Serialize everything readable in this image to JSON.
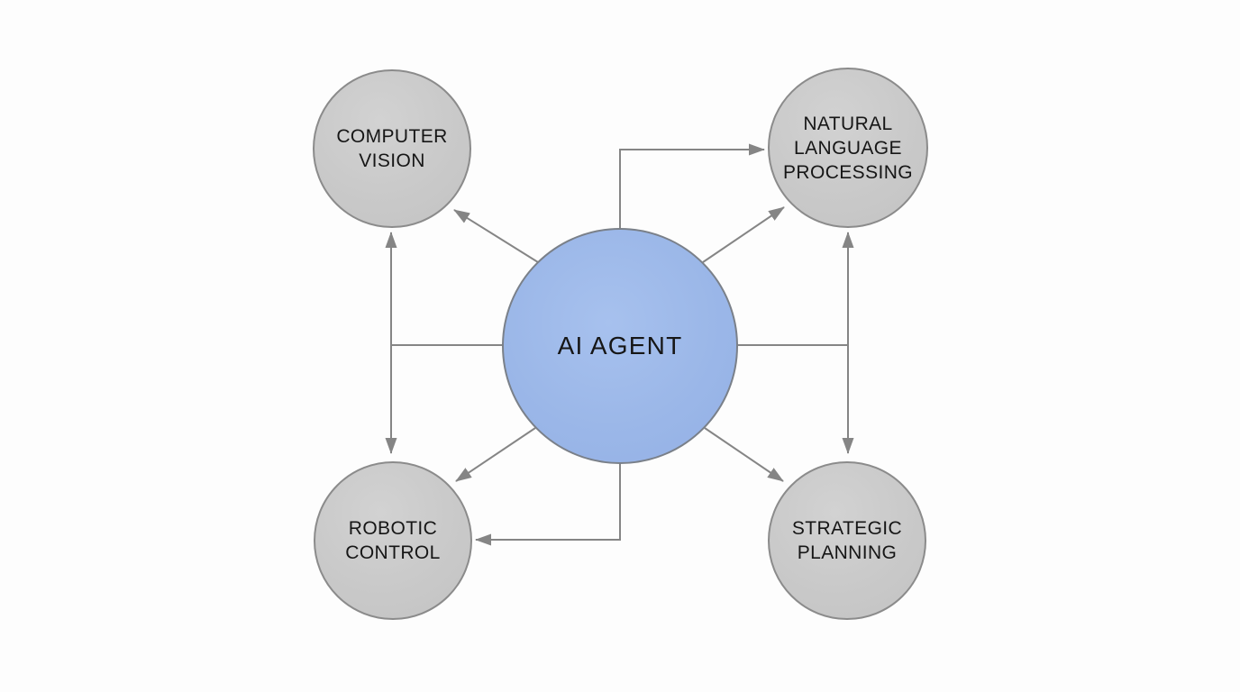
{
  "nodes": {
    "ai_agent": {
      "label": "AI AGENT"
    },
    "computer_vision": {
      "label": "COMPUTER\nVISION"
    },
    "nlp": {
      "label": "NATURAL\nLANGUAGE\nPROCESSING"
    },
    "robotic_control": {
      "label": "ROBOTIC\nCONTROL"
    },
    "strategic_planning": {
      "label": "STRATEGIC\nPLANNING"
    }
  },
  "edges": [
    {
      "from": "ai_agent",
      "to": "computer_vision",
      "style": "diagonal-arrow"
    },
    {
      "from": "ai_agent",
      "to": "nlp",
      "style": "diagonal-arrow"
    },
    {
      "from": "ai_agent",
      "to": "nlp",
      "style": "elbow-arrow-via-top"
    },
    {
      "from": "ai_agent",
      "to": "robotic_control",
      "style": "diagonal-arrow"
    },
    {
      "from": "ai_agent",
      "to": "robotic_control",
      "style": "elbow-arrow-via-bottom"
    },
    {
      "from": "ai_agent",
      "to": "strategic_planning",
      "style": "diagonal-arrow"
    },
    {
      "from": "computer_vision",
      "to": "robotic_control",
      "style": "vertical-double-arrow",
      "junction": "stub-from-ai-agent-left"
    },
    {
      "from": "nlp",
      "to": "strategic_planning",
      "style": "vertical-double-arrow",
      "junction": "stub-from-ai-agent-right"
    }
  ],
  "colors": {
    "background": "#fdfdfd",
    "line": "#858585",
    "node_fill": "#c9c9c9",
    "node_border": "#8b8b8b",
    "center_fill": "#9bb7e8",
    "center_border": "#7a8089",
    "text": "#161616"
  }
}
